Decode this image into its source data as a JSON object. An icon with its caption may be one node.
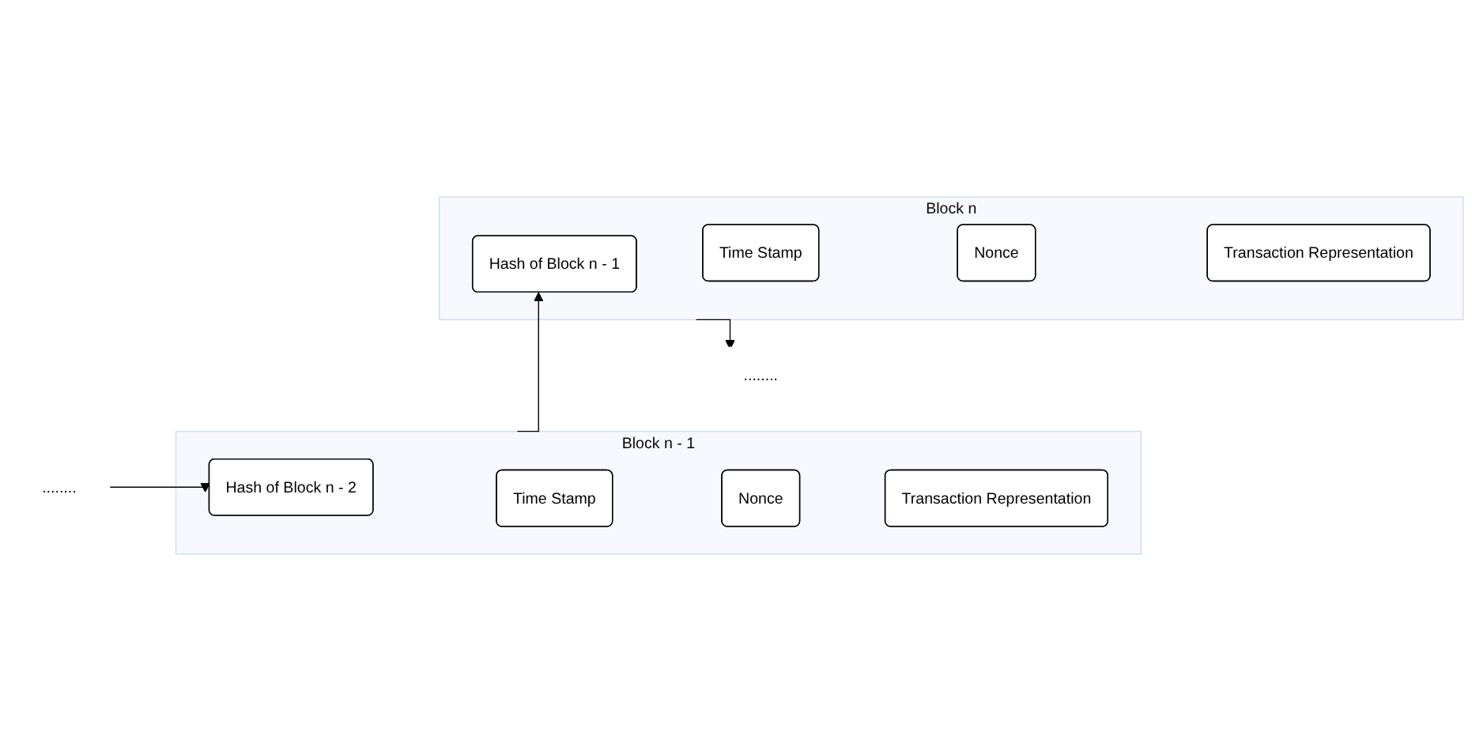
{
  "diagram": {
    "nodes": [
      {
        "text": [
          "........"
        ]
      },
      {
        "text": [
          "Block n - 1"
        ]
      },
      {
        "text": [
          "Hash of Block n - 2"
        ],
        "in": 1
      },
      {
        "text": [
          "Time Stamp"
        ],
        "in": 1
      },
      {
        "text": [
          "Nonce"
        ],
        "in": 1
      },
      {
        "text": [
          "Transaction Representation"
        ],
        "in": 1
      },
      {
        "text": [
          "Block n"
        ]
      },
      {
        "text": [
          "Hash of Block n - 1"
        ],
        "in": 6
      },
      {
        "text": [
          "Time Stamp"
        ],
        "in": 6
      },
      {
        "text": [
          "Nonce"
        ],
        "in": 6
      },
      {
        "text": [
          "Transaction Representation"
        ],
        "in": 6
      },
      {
        "text": [
          "........"
        ]
      }
    ],
    "edges": [
      {
        "from": 0,
        "to": 2,
        "arrow": "to"
      },
      {
        "from": 1,
        "to": 7,
        "arrow": "to"
      },
      {
        "from": 6,
        "to": 11,
        "arrow": "to"
      }
    ]
  }
}
